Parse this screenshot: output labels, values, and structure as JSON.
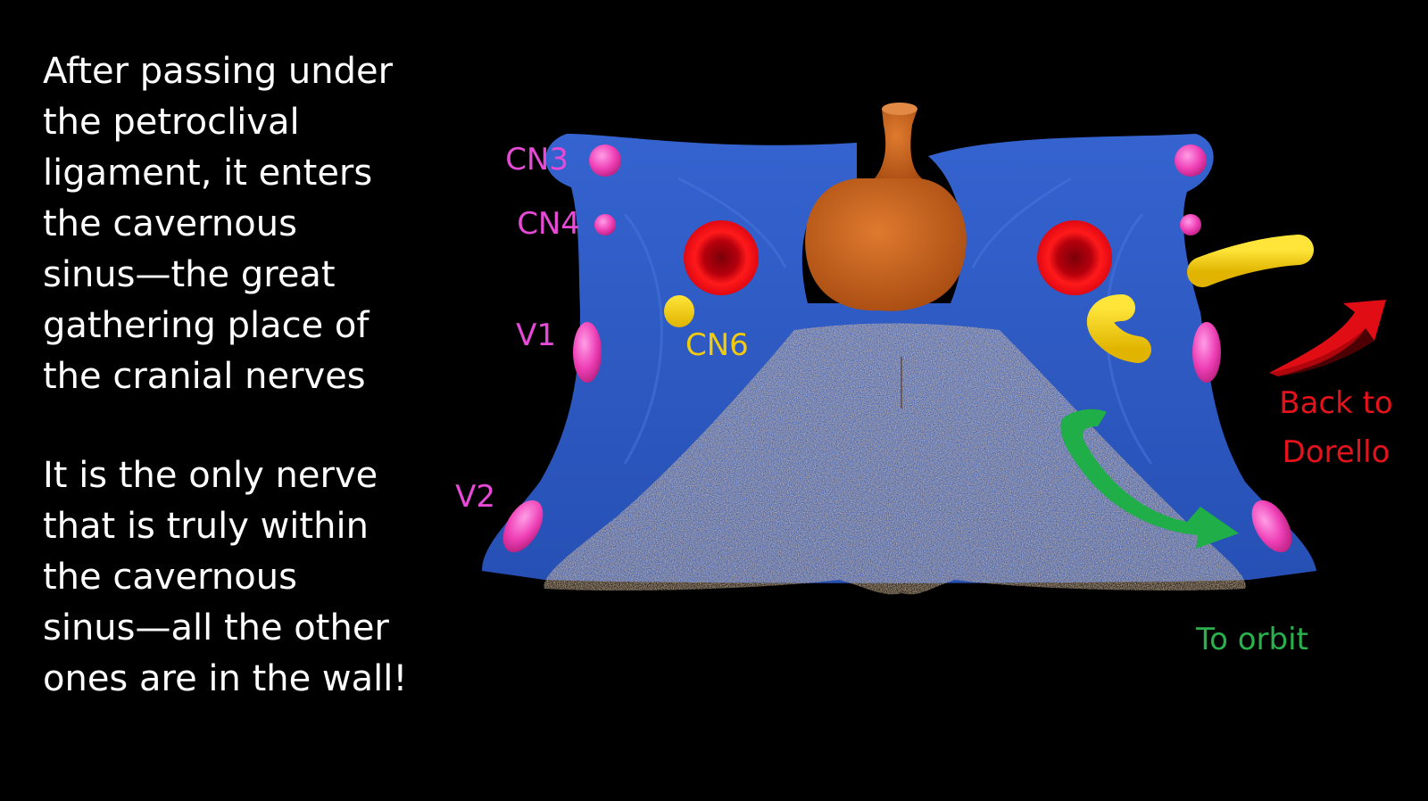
{
  "slide": {
    "paragraph1": [
      "After passing under",
      "the petroclival",
      "ligament, it enters",
      "the cavernous",
      "sinus—the great",
      "gathering place of",
      "the cranial nerves"
    ],
    "paragraph2": [
      "It is the only nerve",
      "that is truly within",
      "the cavernous",
      "sinus—all the other",
      "ones are in the wall!"
    ]
  },
  "diagram": {
    "labels": {
      "cn3": "CN3",
      "cn4": "CN4",
      "v1": "V1",
      "v2": "V2",
      "cn6": "CN6",
      "back_line1": "Back to",
      "back_line2": "Dorello",
      "to_orbit": "To orbit"
    },
    "colors": {
      "sinus": "#2f5bc4",
      "nerve_wall": "#ee3fb6",
      "nerve_cn6": "#f2cc0c",
      "carotid": "#e8121a",
      "pituitary": "#c9621c",
      "bone": "#b98a5e",
      "arrow_back": "#e00d14",
      "arrow_orbit": "#1fae48",
      "label_magenta": "#e64ad6",
      "label_yellow": "#f2cc0c",
      "label_red": "#e3121b",
      "label_green": "#2ab14e",
      "text": "#ffffff"
    }
  }
}
